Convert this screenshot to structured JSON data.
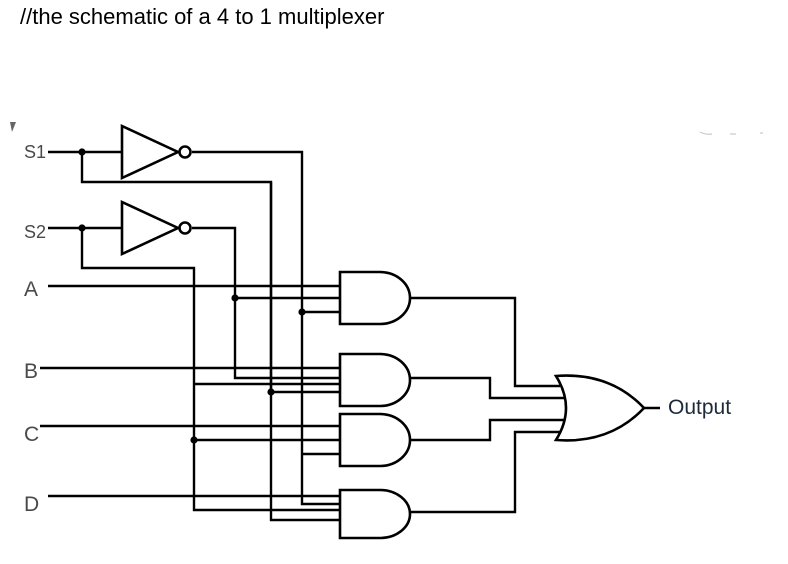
{
  "caption": "//the schematic of a 4 to 1 multiplexer",
  "inputs": {
    "s1": "S1",
    "s2": "S2",
    "a": "A",
    "b": "B",
    "c": "C",
    "d": "D"
  },
  "output_label": "Output"
}
